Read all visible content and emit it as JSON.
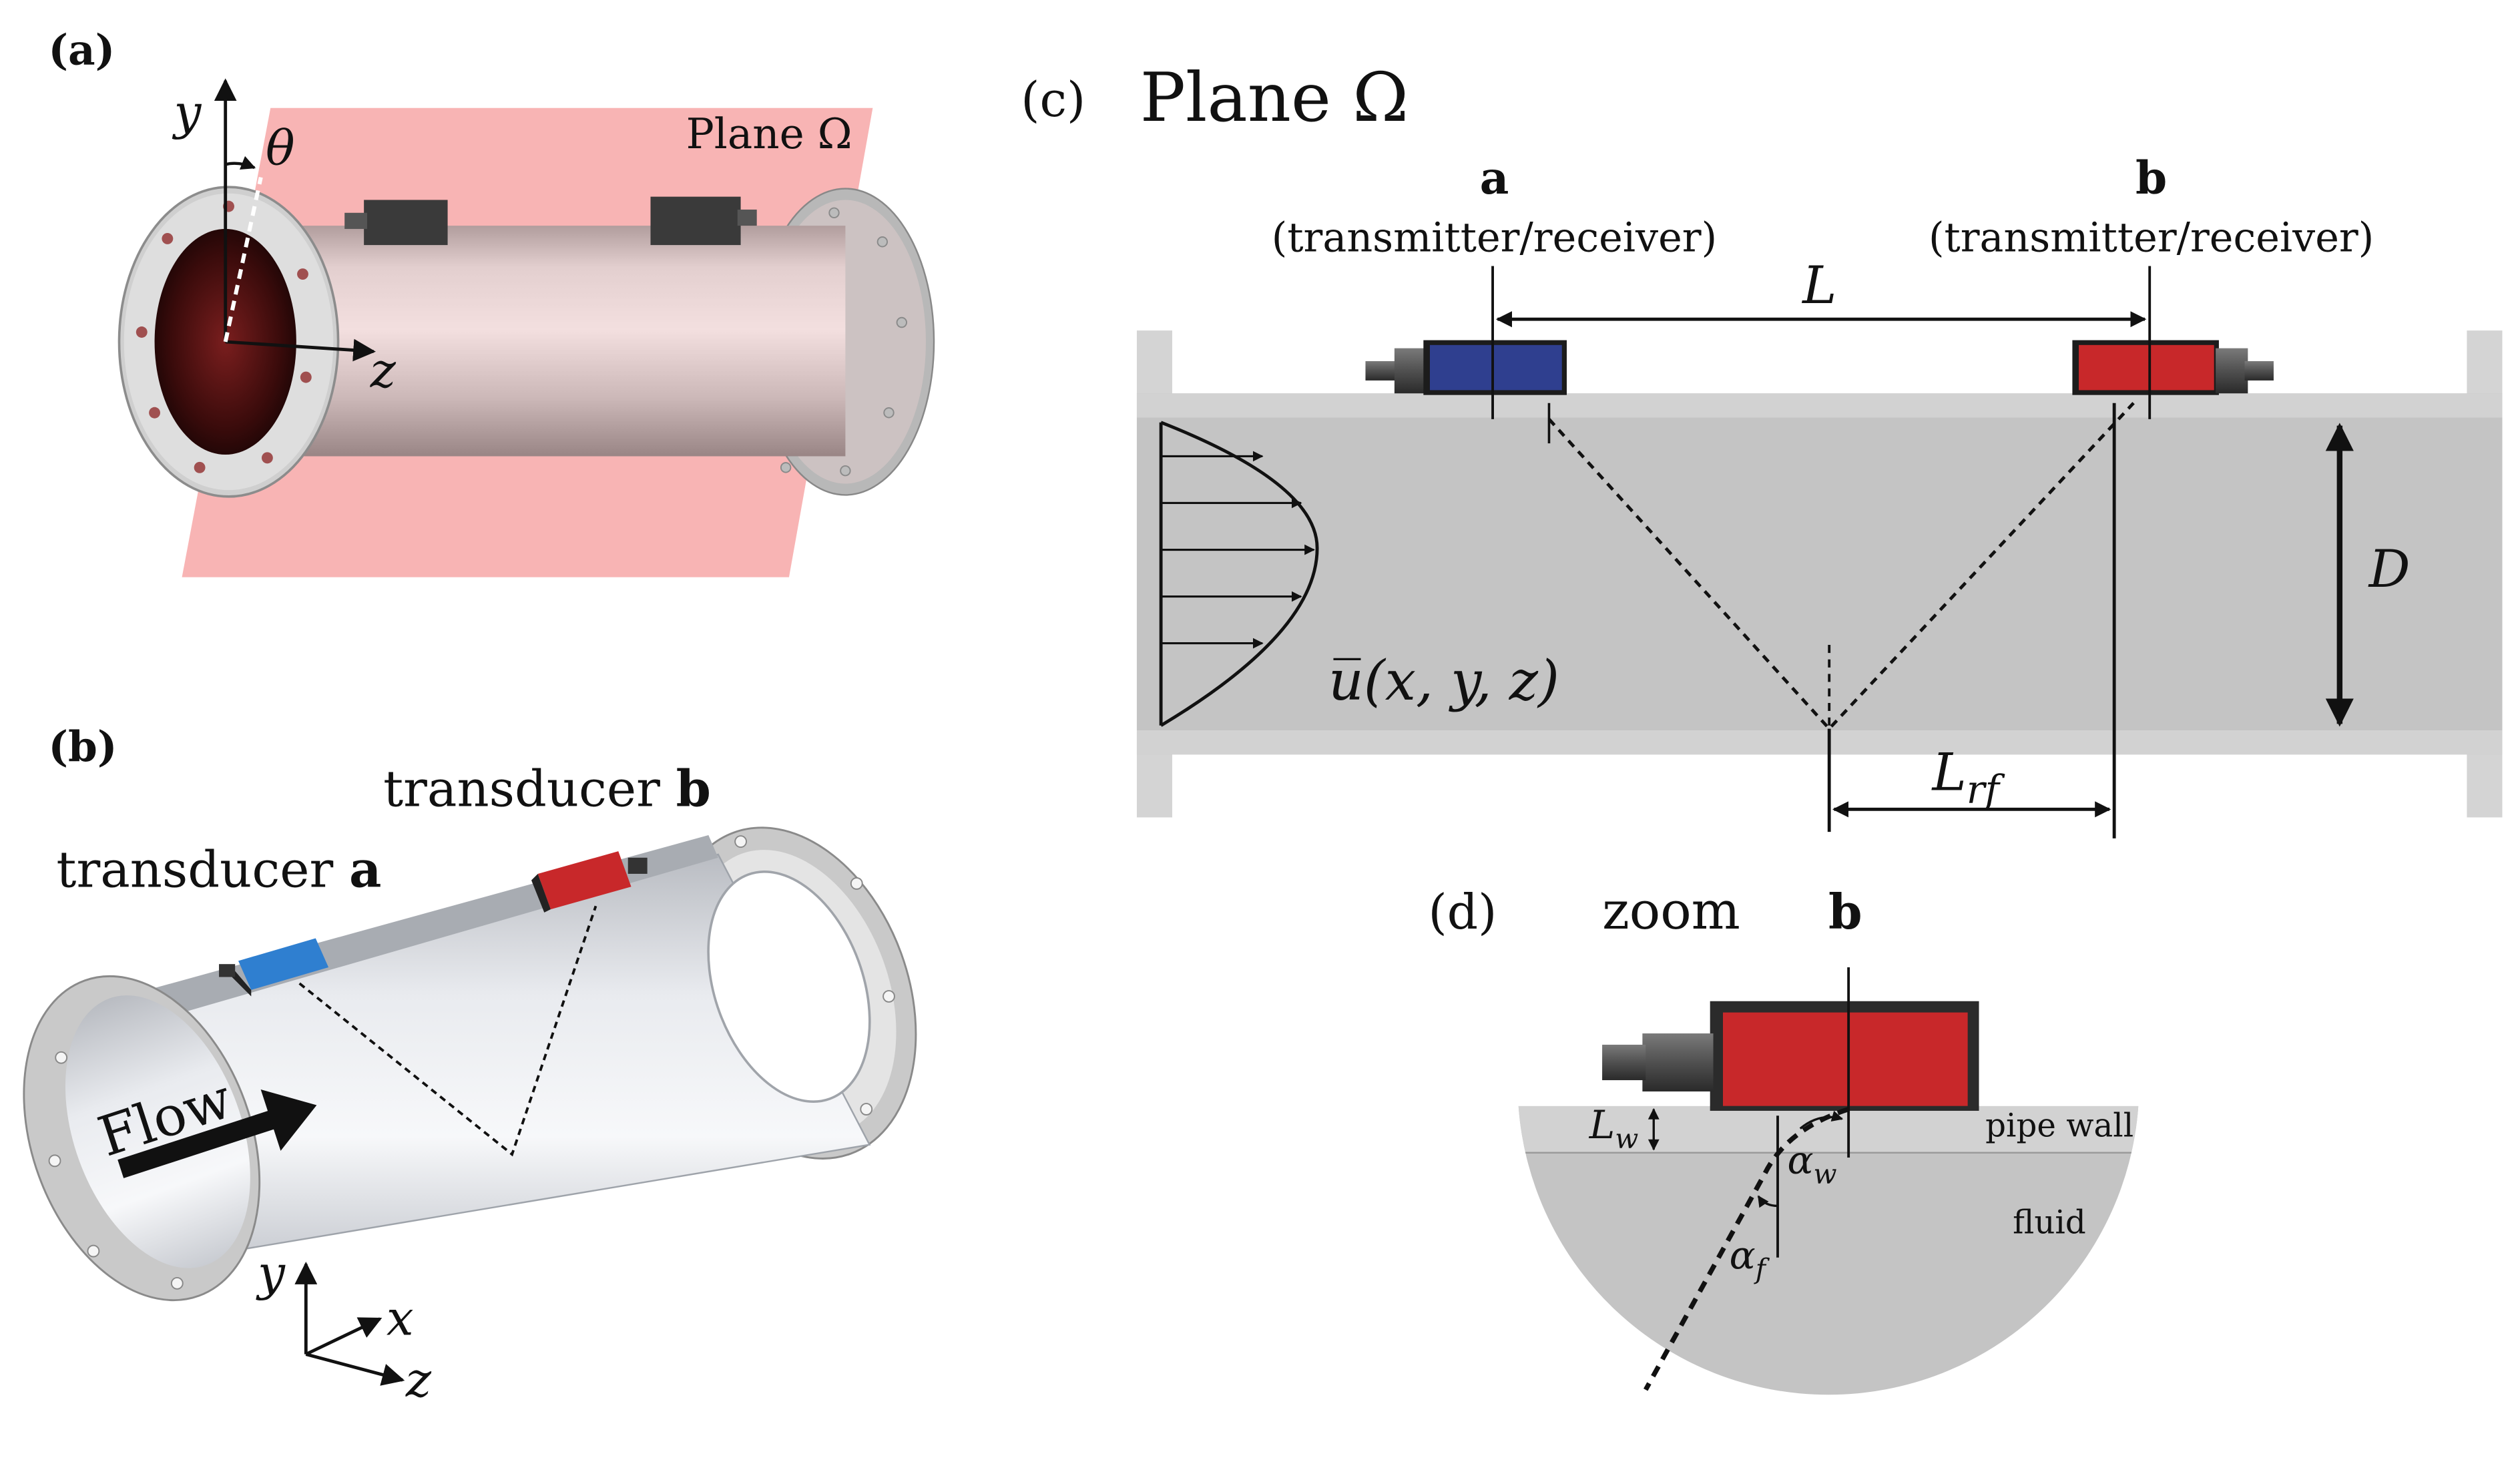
{
  "panels": {
    "a": {
      "label": "(a)",
      "plane_label": "Plane Ω",
      "axis_y": "y",
      "axis_z": "z",
      "angle": "θ"
    },
    "b": {
      "label": "(b)",
      "transducer_a_text": "transducer ",
      "transducer_a_letter": "a",
      "transducer_b_text": "transducer ",
      "transducer_b_letter": "b",
      "flow": "Flow",
      "axis_y": "y",
      "axis_x": "x",
      "axis_z": "z"
    },
    "c": {
      "label": "(c)",
      "title": "Plane Ω",
      "a_letter": "a",
      "a_role": "(transmitter/receiver)",
      "b_letter": "b",
      "b_role": "(transmitter/receiver)",
      "L": "L",
      "D": "D",
      "velocity": "u̅(x, y, z)",
      "Lrf_main": "L",
      "Lrf_sub": "rf"
    },
    "d": {
      "label": "(d)",
      "zoom": "zoom",
      "b_letter": "b",
      "pipe_wall": "pipe wall",
      "fluid": "fluid",
      "Lw_main": "L",
      "Lw_sub": "w",
      "alpha_w_main": "α",
      "alpha_w_sub": "w",
      "alpha_f_main": "α",
      "alpha_f_sub": "f"
    }
  },
  "colors": {
    "plane": "#f7a7a7",
    "transducer_red": "#c8282a",
    "transducer_blue": "#2f3f8f",
    "transducer_blue_3d": "#2f7fd0",
    "pipe_grey": "#c4c4c4",
    "wall_grey": "#d4d4d4"
  }
}
